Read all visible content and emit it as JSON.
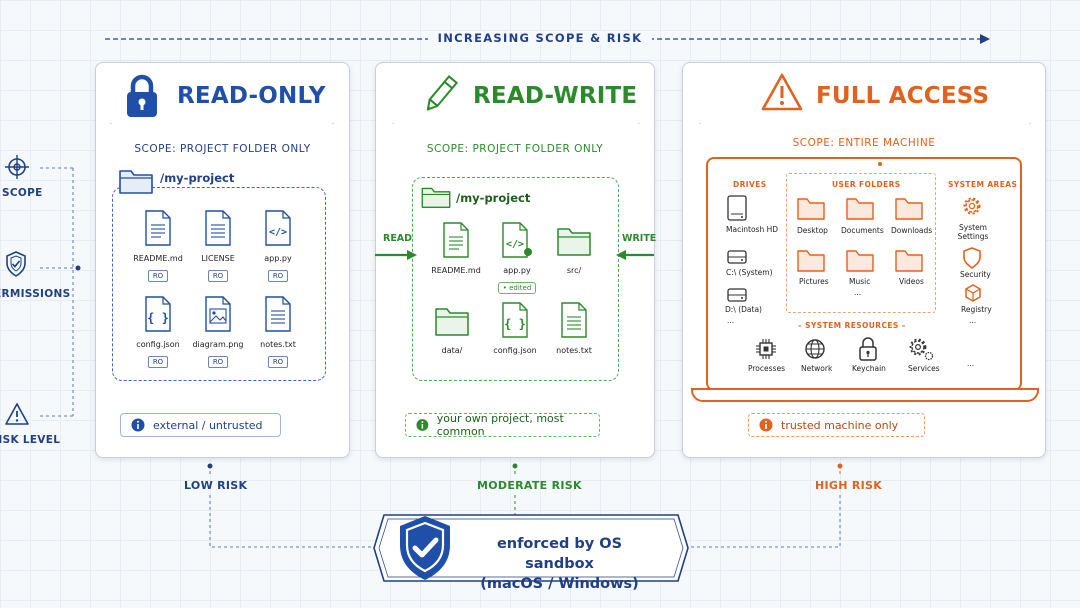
{
  "banner": {
    "text": "INCREASING SCOPE & RISK"
  },
  "sidebar": {
    "items": [
      {
        "label": "SCOPE",
        "icon": "target-icon"
      },
      {
        "label": "PERMISSIONS",
        "icon": "shield-check-icon"
      },
      {
        "label": "RISK LEVEL",
        "icon": "warning-icon"
      }
    ]
  },
  "colors": {
    "blue": "#1f3f86",
    "green": "#2b8a2b",
    "orange": "#e0621e"
  },
  "panels": {
    "read_only": {
      "title": "READ-ONLY",
      "scope": "SCOPE: PROJECT FOLDER ONLY",
      "folder": "/my-project",
      "files": [
        {
          "name": "README.md",
          "tag": "RO"
        },
        {
          "name": "LICENSE",
          "tag": "RO"
        },
        {
          "name": "app.py",
          "tag": "RO"
        },
        {
          "name": "config.json",
          "tag": "RO"
        },
        {
          "name": "diagram.png",
          "tag": "RO"
        },
        {
          "name": "notes.txt",
          "tag": "RO"
        }
      ],
      "badge": "external / untrusted",
      "risk": "LOW RISK"
    },
    "read_write": {
      "title": "READ-WRITE",
      "scope": "SCOPE: PROJECT FOLDER ONLY",
      "folder": "/my-project",
      "files": [
        {
          "name": "README.md"
        },
        {
          "name": "app.py",
          "tag": "• edited"
        },
        {
          "name": "src/"
        },
        {
          "name": "data/"
        },
        {
          "name": "config.json"
        },
        {
          "name": "notes.txt"
        }
      ],
      "read_label": "READ",
      "write_label": "WRITE",
      "badge": "your own project, most common",
      "risk": "MODERATE RISK"
    },
    "full_access": {
      "title": "FULL ACCESS",
      "scope": "SCOPE: ENTIRE MACHINE",
      "drives_title": "DRIVES",
      "drives": [
        "Macintosh HD",
        "C:\\ (System)",
        "D:\\ (Data)",
        "..."
      ],
      "user_folders_title": "USER FOLDERS",
      "user_folders": [
        "Desktop",
        "Documents",
        "Downloads",
        "Pictures",
        "Music",
        "Videos",
        "..."
      ],
      "system_areas_title": "SYSTEM AREAS",
      "system_areas": [
        "System Settings",
        "Security",
        "Registry",
        "..."
      ],
      "system_resources_title": "SYSTEM RESOURCES",
      "system_resources": [
        "Processes",
        "Network",
        "Keychain",
        "Services",
        "..."
      ],
      "badge": "trusted machine only",
      "risk": "HIGH RISK"
    }
  },
  "footer": {
    "line1": "enforced by OS sandbox",
    "line2": "(macOS / Windows)"
  }
}
